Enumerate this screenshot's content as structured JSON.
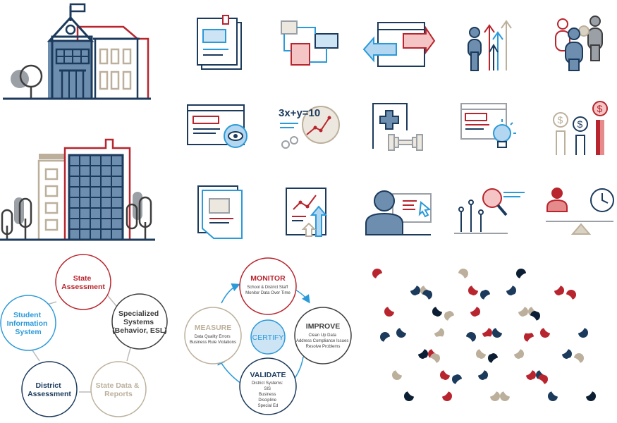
{
  "colors": {
    "navy": "#1b3a5c",
    "red": "#b8252e",
    "blue": "#2b9ad9",
    "slate": "#6d8eae",
    "gray": "#9aa0a6",
    "tan": "#bcb09c",
    "dark": "#3d3d3d"
  },
  "icons": {
    "row1": [
      "document-icon",
      "workflow-icon",
      "exchange-arrows-icon",
      "growth-people-icon",
      "group-icon"
    ],
    "row2": [
      "browser-eye-icon",
      "equation-chart-icon",
      "health-fitness-icon",
      "idea-browser-icon",
      "dollar-growth-icon"
    ],
    "row3": [
      "documents-stack-icon",
      "chart-growth-icon",
      "user-presentation-icon",
      "analytics-search-icon",
      "balance-time-icon"
    ]
  },
  "equation": "3x+y=10",
  "data_sources": {
    "state_assessment": [
      "State",
      "Assessment"
    ],
    "specialized_systems": [
      "Specialized",
      "Systems",
      "(Behavior, ESL)"
    ],
    "student_information_system": [
      "Student",
      "Information",
      "System"
    ],
    "district_assessment": [
      "District",
      "Assessment"
    ],
    "state_data_reports": [
      "State Data &",
      "Reports"
    ]
  },
  "cycle": {
    "monitor": {
      "title": "MONITOR",
      "lines": [
        "School & District Staff",
        "Monitor Data Over Time"
      ]
    },
    "improve": {
      "title": "IMPROVE",
      "lines": [
        "Clean Up Data",
        "Address Compliance Issues",
        "Resolve Problems"
      ]
    },
    "validate": {
      "title": "VALIDATE",
      "lines": [
        "District Systems:",
        "SIS",
        "Business",
        "Discipline",
        "Special Ed"
      ]
    },
    "measure": {
      "title": "MEASURE",
      "lines": [
        "Data Quality Errors",
        "Business Rule Violations"
      ]
    },
    "center": "CERTIFY"
  }
}
